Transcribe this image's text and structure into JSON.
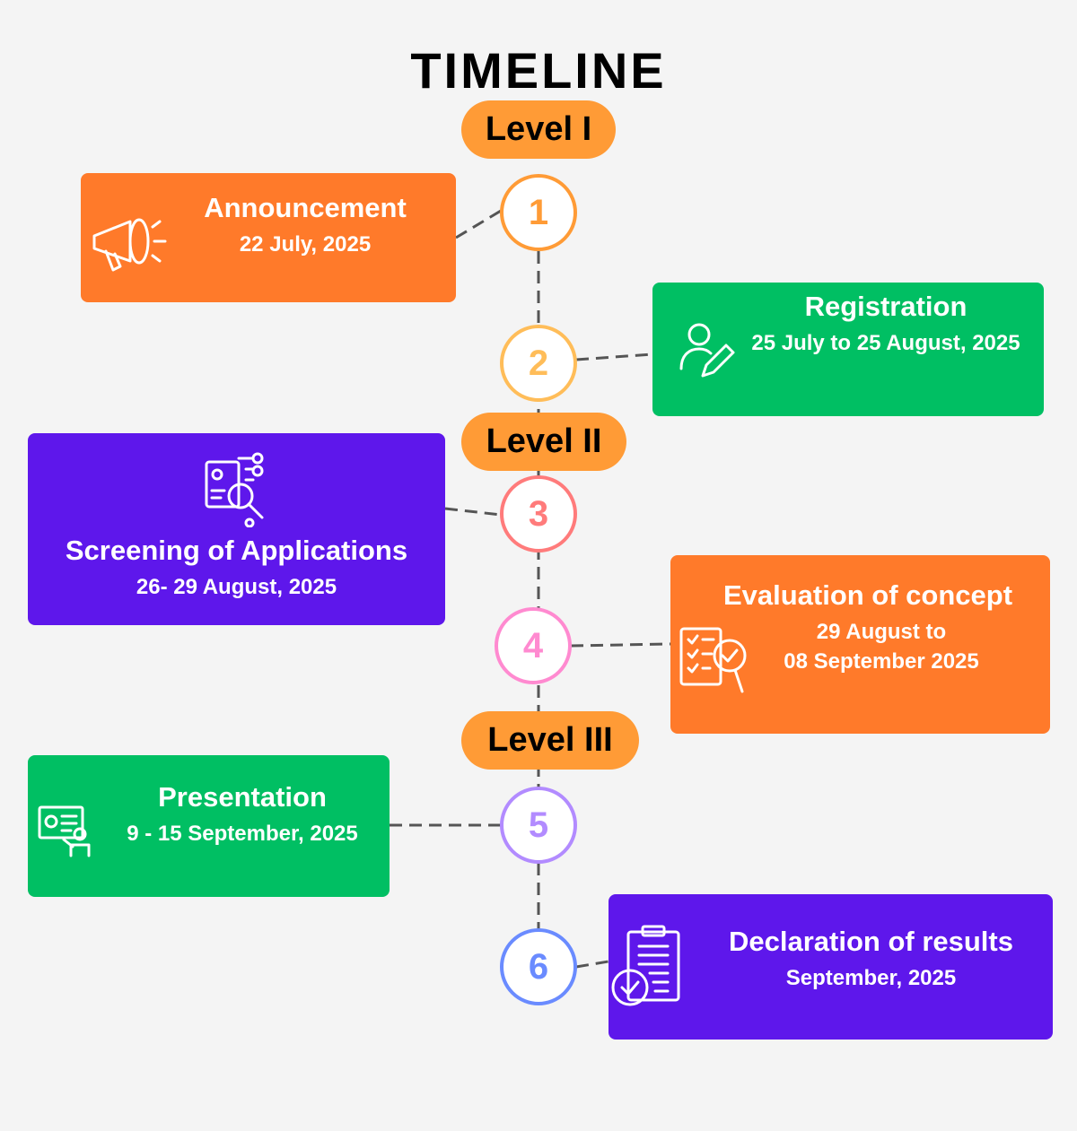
{
  "title": "TIMELINE",
  "levels": [
    "Level I",
    "Level II",
    "Level III"
  ],
  "steps": [
    {
      "number": "1",
      "title": "Announcement",
      "date": "22 July, 2025",
      "color": "#ff9b36"
    },
    {
      "number": "2",
      "title": "Registration",
      "date": "25 July to 25 August, 2025",
      "color": "#ffbd59"
    },
    {
      "number": "3",
      "title": "Screening of Applications",
      "date": "26- 29 August, 2025",
      "color": "#ff7b7b"
    },
    {
      "number": "4",
      "title": "Evaluation of concept",
      "date_line1": "29 August to",
      "date_line2": "08 September 2025",
      "color": "#ff8ad0"
    },
    {
      "number": "5",
      "title": "Presentation",
      "date": "9 - 15 September, 2025",
      "color": "#b28bff"
    },
    {
      "number": "6",
      "title": "Declaration of results",
      "date": "September, 2025",
      "color": "#6a8bff"
    }
  ]
}
